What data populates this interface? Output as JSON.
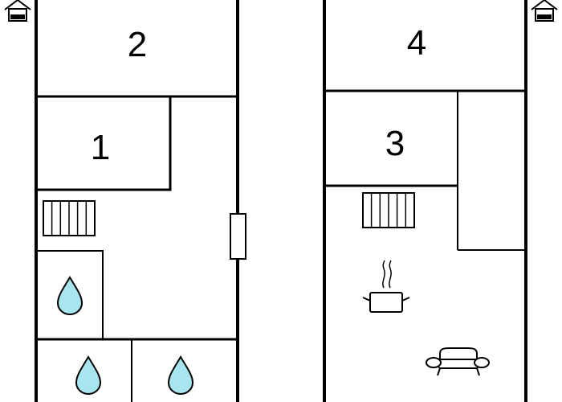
{
  "rooms": [
    {
      "id": "room-1",
      "label": "1"
    },
    {
      "id": "room-2",
      "label": "2"
    },
    {
      "id": "room-3",
      "label": "3"
    },
    {
      "id": "room-4",
      "label": "4"
    }
  ],
  "icons": {
    "water": "water-drop-icon",
    "stairs": "stairs-icon",
    "kitchen": "cooking-pot-icon",
    "living": "sofa-icon",
    "door": "door-icon",
    "house": "house-icon"
  },
  "colors": {
    "wall": "#000000",
    "water_fill": "#a8e6ef",
    "background": "#ffffff"
  }
}
